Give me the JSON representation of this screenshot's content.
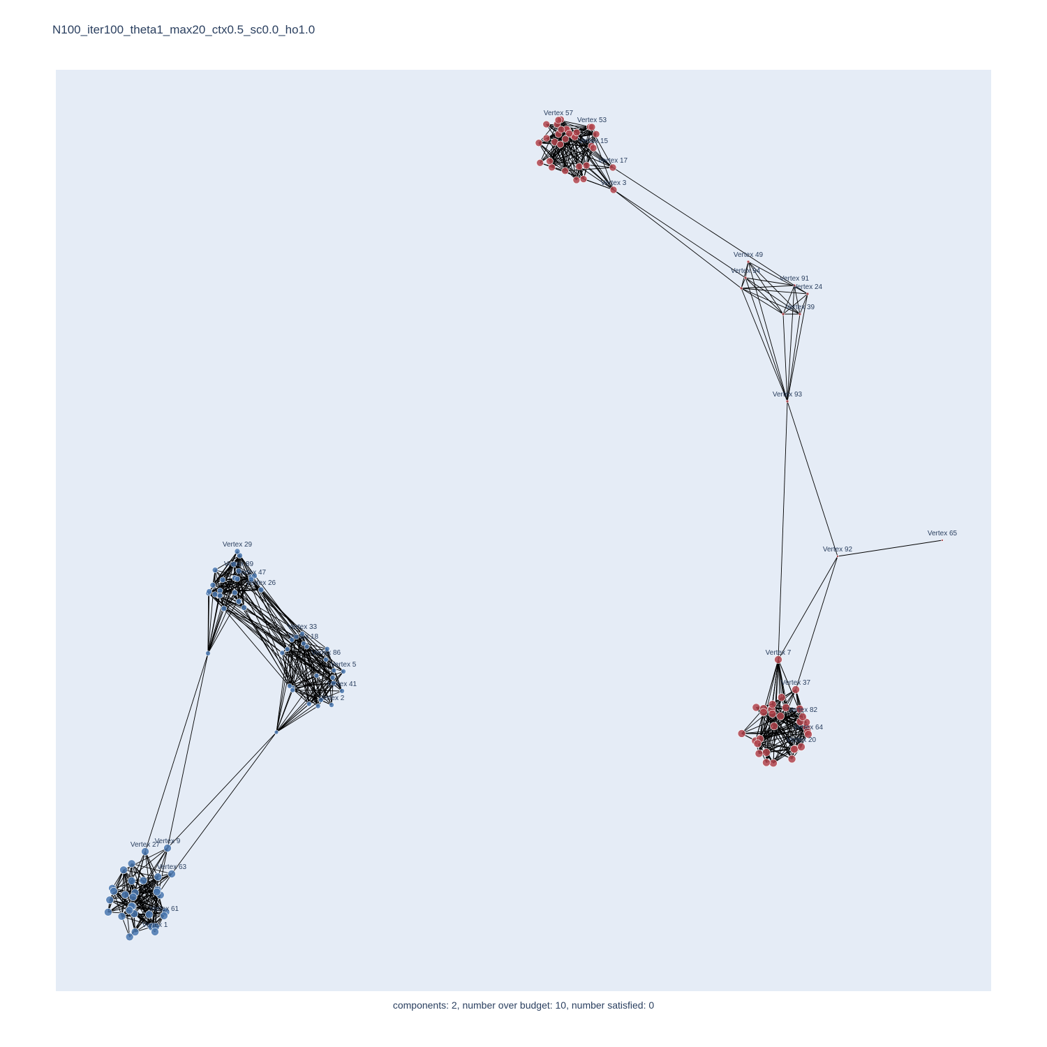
{
  "title": "N100_iter100_theta1_max20_ctx0.5_sc0.0_ho1.0",
  "caption": "components: 2, number over budget: 10, number satisfied: 0",
  "colors": {
    "background": "#ffffff",
    "plot_bg": "#e5ecf6",
    "edge": "#000000",
    "node_red": "#b2444c",
    "node_blue": "#4a78b0",
    "text": "#2a3f5f"
  },
  "labels": [
    {
      "text": "Vertex 57",
      "color": "red"
    },
    {
      "text": "Vertex 53",
      "color": "red"
    },
    {
      "text": "Vertex 15",
      "color": "red"
    },
    {
      "text": "Vertex 17",
      "color": "red"
    },
    {
      "text": "Vertex 3",
      "color": "red"
    },
    {
      "text": "Vertex 49",
      "color": "red"
    },
    {
      "text": "Vertex 94",
      "color": "red"
    },
    {
      "text": "Vertex 91",
      "color": "red"
    },
    {
      "text": "Vertex 24",
      "color": "red"
    },
    {
      "text": "Vertex 39",
      "color": "red"
    },
    {
      "text": "Vertex 93",
      "color": "red"
    },
    {
      "text": "Vertex 92",
      "color": "red"
    },
    {
      "text": "Vertex 65",
      "color": "red"
    },
    {
      "text": "Vertex 7",
      "color": "red"
    },
    {
      "text": "Vertex 37",
      "color": "red"
    },
    {
      "text": "Vertex 82",
      "color": "red"
    },
    {
      "text": "Vertex 64",
      "color": "red"
    },
    {
      "text": "Vertex 20",
      "color": "red"
    },
    {
      "text": "Vertex 29",
      "color": "blue"
    },
    {
      "text": "Vertex 89",
      "color": "blue"
    },
    {
      "text": "Vertex 47",
      "color": "blue"
    },
    {
      "text": "Vertex 26",
      "color": "blue"
    },
    {
      "text": "Vertex 33",
      "color": "blue"
    },
    {
      "text": "Vertex 18",
      "color": "blue"
    },
    {
      "text": "Vertex 86",
      "color": "blue"
    },
    {
      "text": "Vertex 5",
      "color": "blue"
    },
    {
      "text": "Vertex 41",
      "color": "blue"
    },
    {
      "text": "Vertex 2",
      "color": "blue"
    },
    {
      "text": "Vertex 27",
      "color": "blue"
    },
    {
      "text": "Vertex 9",
      "color": "blue"
    },
    {
      "text": "Vertex 63",
      "color": "blue"
    },
    {
      "text": "Vertex 61",
      "color": "blue"
    },
    {
      "text": "Vertex 1",
      "color": "blue"
    }
  ]
}
